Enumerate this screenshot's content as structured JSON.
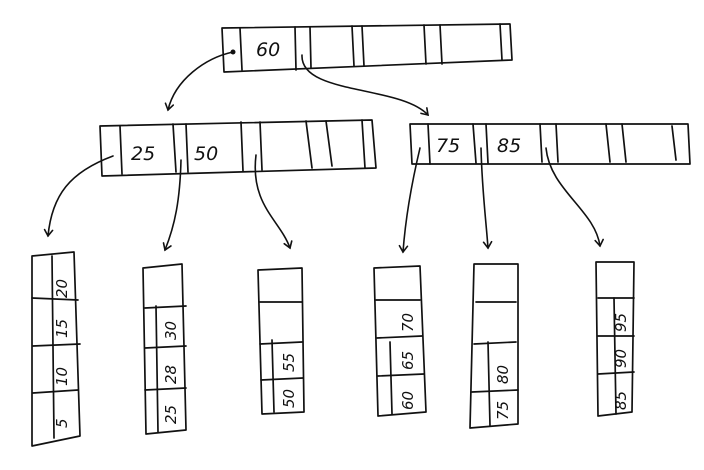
{
  "diagram": {
    "type": "b-plus-tree",
    "root": {
      "keys": [
        "60"
      ]
    },
    "internal_nodes": [
      {
        "keys": [
          "25",
          "50"
        ]
      },
      {
        "keys": [
          "75",
          "85"
        ]
      }
    ],
    "leaves": [
      {
        "keys": [
          "5",
          "10",
          "15",
          "20"
        ]
      },
      {
        "keys": [
          "25",
          "28",
          "30"
        ]
      },
      {
        "keys": [
          "50",
          "55"
        ]
      },
      {
        "keys": [
          "60",
          "65",
          "70"
        ]
      },
      {
        "keys": [
          "75",
          "80"
        ]
      },
      {
        "keys": [
          "85",
          "90",
          "95"
        ]
      }
    ]
  }
}
